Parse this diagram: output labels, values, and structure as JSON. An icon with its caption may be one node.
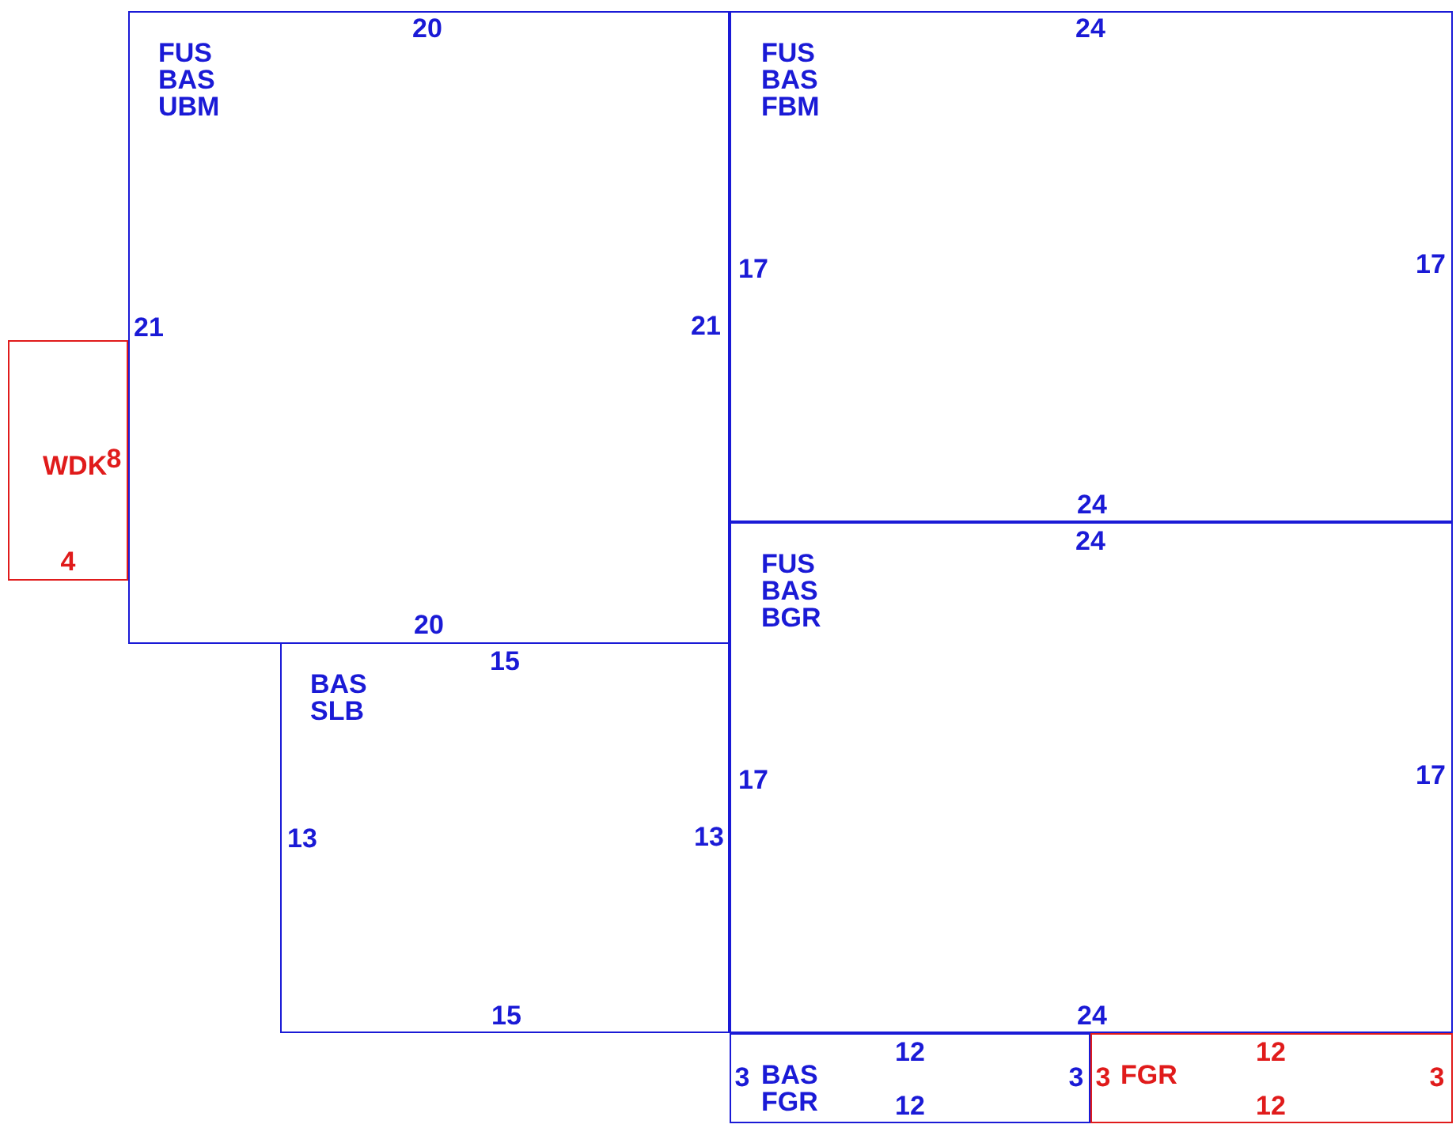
{
  "diagram": {
    "nodes": [
      {
        "text": [
          "FUS BAS UBM"
        ]
      },
      {
        "text": [
          "FUS BAS FBM"
        ]
      },
      {
        "text": [
          "WDK"
        ]
      },
      {
        "text": [
          "BAS SLB"
        ]
      },
      {
        "text": [
          "FUS BAS BGR"
        ]
      },
      {
        "text": [
          "BAS FGR"
        ]
      },
      {
        "text": [
          "FGR"
        ]
      }
    ],
    "labels": [
      "20",
      "21",
      "21",
      "20",
      "24",
      "17",
      "17",
      "24",
      "8",
      "4",
      "15",
      "13",
      "13",
      "15",
      "24",
      "17",
      "17",
      "24",
      "12",
      "3",
      "3",
      "12",
      "3",
      "12",
      "3",
      "12"
    ]
  }
}
